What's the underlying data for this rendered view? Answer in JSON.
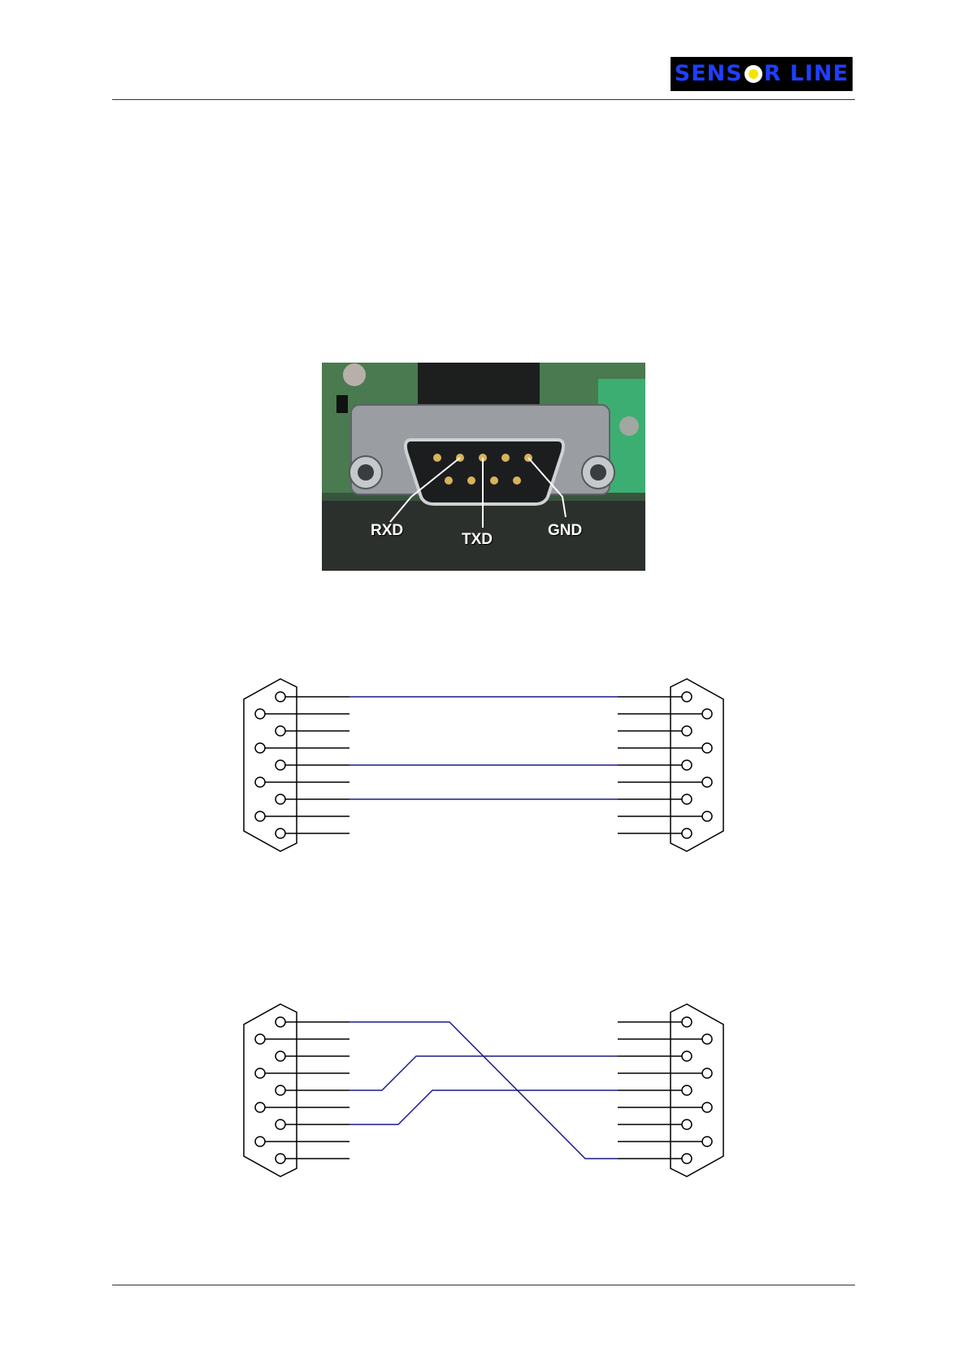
{
  "logo": {
    "part1": "SENS",
    "part2": "R LINE",
    "colors": {
      "text": "#1f3fff",
      "background": "#000000",
      "eye": "#f2e600"
    }
  },
  "photo": {
    "labels": {
      "rxd": "RXD",
      "txd": "TXD",
      "gnd": "GND"
    }
  },
  "colors": {
    "wire": "#1a1a8c",
    "stub": "#000000"
  }
}
